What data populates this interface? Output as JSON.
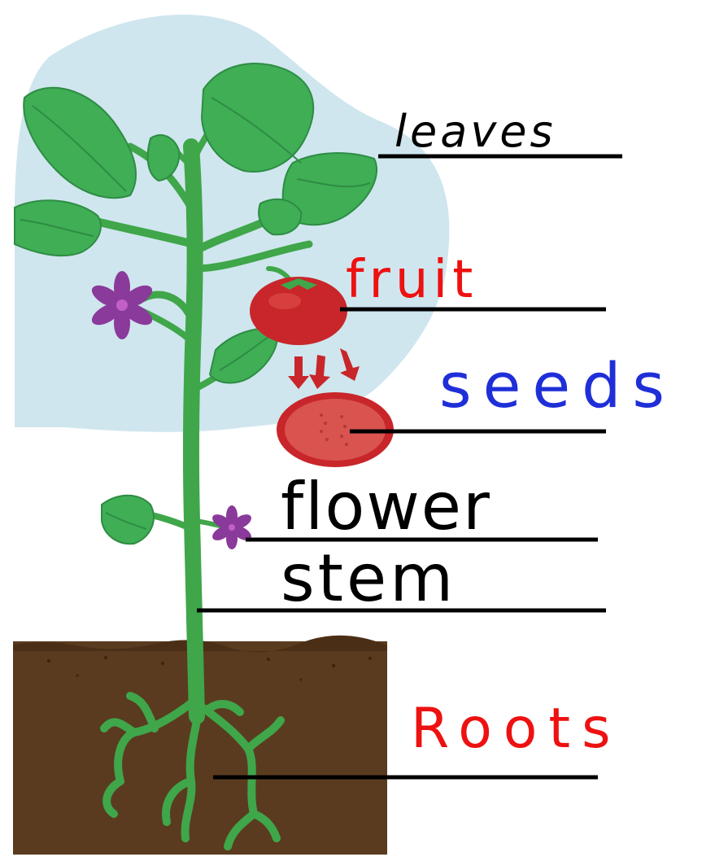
{
  "labels": {
    "leaves": "leaves",
    "fruit": "fruit",
    "seeds": "seeds",
    "flower": "flower",
    "stem": "stem",
    "roots": "Roots"
  },
  "colors": {
    "sky_blob": "#cfe6ee",
    "soil": "#5a3b1f",
    "stem": "#3fa64a",
    "stem_dark": "#2f8a3a",
    "leaf": "#3fae55",
    "leaf_dark": "#2e8c44",
    "tomato": "#c8262a",
    "tomato_inner": "#d9534f",
    "flower": "#8a3a9a",
    "label_line": "#000000",
    "ink_black": "#000000",
    "ink_red": "#ee1111",
    "ink_blue": "#1f2fd8"
  }
}
